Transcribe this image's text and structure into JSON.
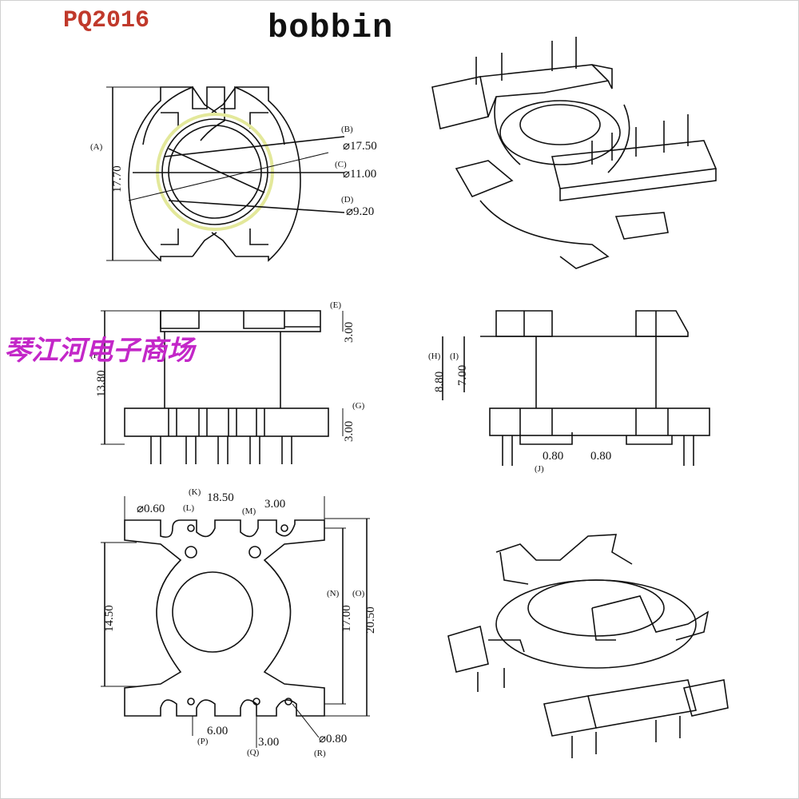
{
  "header": {
    "model_code": "PQ2016",
    "title": "bobbin"
  },
  "watermark": "琴江河电子商场",
  "top_view": {
    "label_a": "(A)",
    "dim_a": "17.70",
    "label_b": "(B)",
    "dim_b": "⌀17.50",
    "label_c": "(C)",
    "dim_c": "⌀11.00",
    "label_d": "(D)",
    "dim_d": "⌀9.20"
  },
  "front_view": {
    "label_e": "(E)",
    "dim_e": "3.00",
    "label_f": "(F)",
    "dim_f": "13.80",
    "label_g": "(G)",
    "dim_g": "3.00"
  },
  "side_view": {
    "label_h": "(H)",
    "dim_h": "8.80",
    "label_i": "(I)",
    "dim_i": "7.00",
    "label_j": "(J)",
    "dim_j1": "0.80",
    "dim_j2": "0.80"
  },
  "bottom_view": {
    "label_k": "(K)",
    "dim_k": "18.50",
    "label_l": "(L)",
    "dim_l": "⌀0.60",
    "label_m": "(M)",
    "dim_m": "3.00",
    "dim_left": "14.50",
    "label_n": "(N)",
    "dim_n": "17.00",
    "label_o": "(O)",
    "dim_o": "20.50",
    "label_p": "(P)",
    "dim_p": "6.00",
    "label_q": "(Q)",
    "dim_q": "3.00",
    "label_r": "(R)",
    "dim_r": "⌀0.80"
  }
}
